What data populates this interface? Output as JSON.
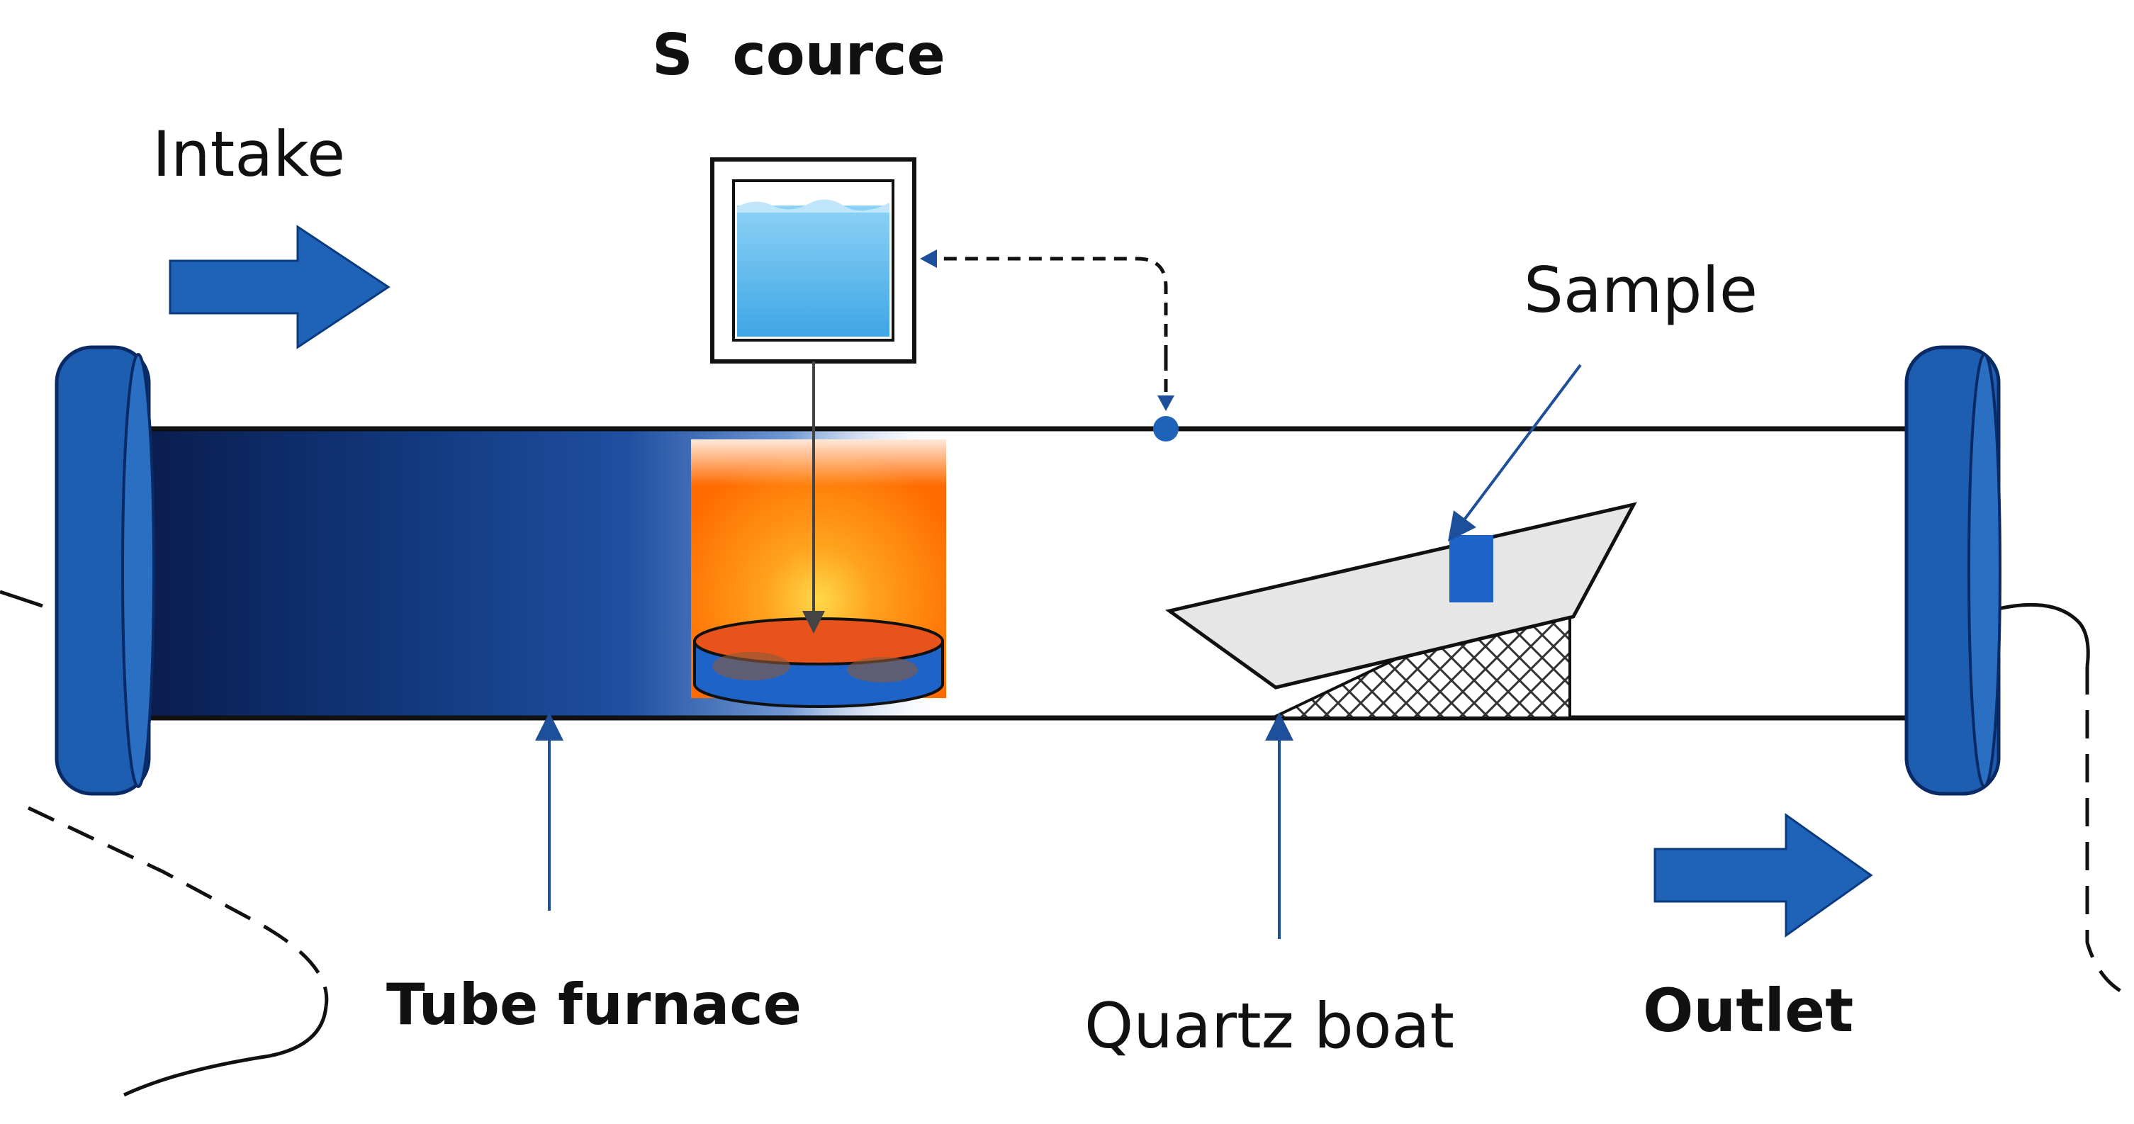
{
  "labels": {
    "s_source": "S  cource",
    "intake": "Intake",
    "sample": "Sample",
    "tube_furnace": "Tube furnace",
    "quartz_boat": "Quartz boat",
    "outlet": "Outlet"
  },
  "colors": {
    "flange_blue": "#1E5EB0",
    "flange_dark": "#0E3F86",
    "tube_dark": "#0A1C4E",
    "tube_mid": "#1F4FA0",
    "arrow_blue": "#1E63B8",
    "heater_orange": "#FF7A00",
    "heater_glow": "#FFC23A",
    "sulfur_blue": "#5CB8EE",
    "boat_gray": "#E6E6E6",
    "line_blue": "#1D4F9A",
    "line_black": "#111111"
  }
}
